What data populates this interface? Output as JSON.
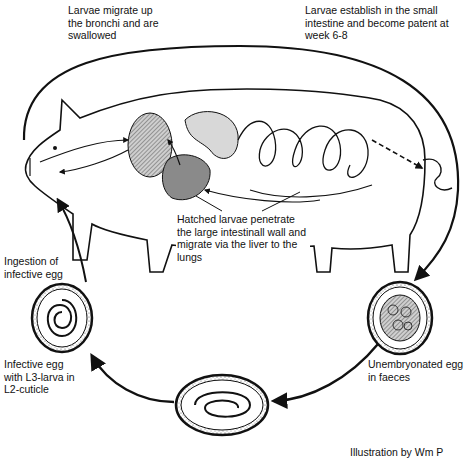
{
  "diagram": {
    "labels": [
      "Larvae migrate up the bronchi and are swallowed",
      "Larvae establish in the small intestine and become patent at week 6-8",
      "Ingestion of infective egg",
      "Hatched larvae penetrate the large intestinall wall and migrate via the liver to the lungs",
      "Infective egg with L3-larva in L2-cuticle",
      "Unembryonated egg in faeces",
      "Illustration by Wm P"
    ]
  }
}
